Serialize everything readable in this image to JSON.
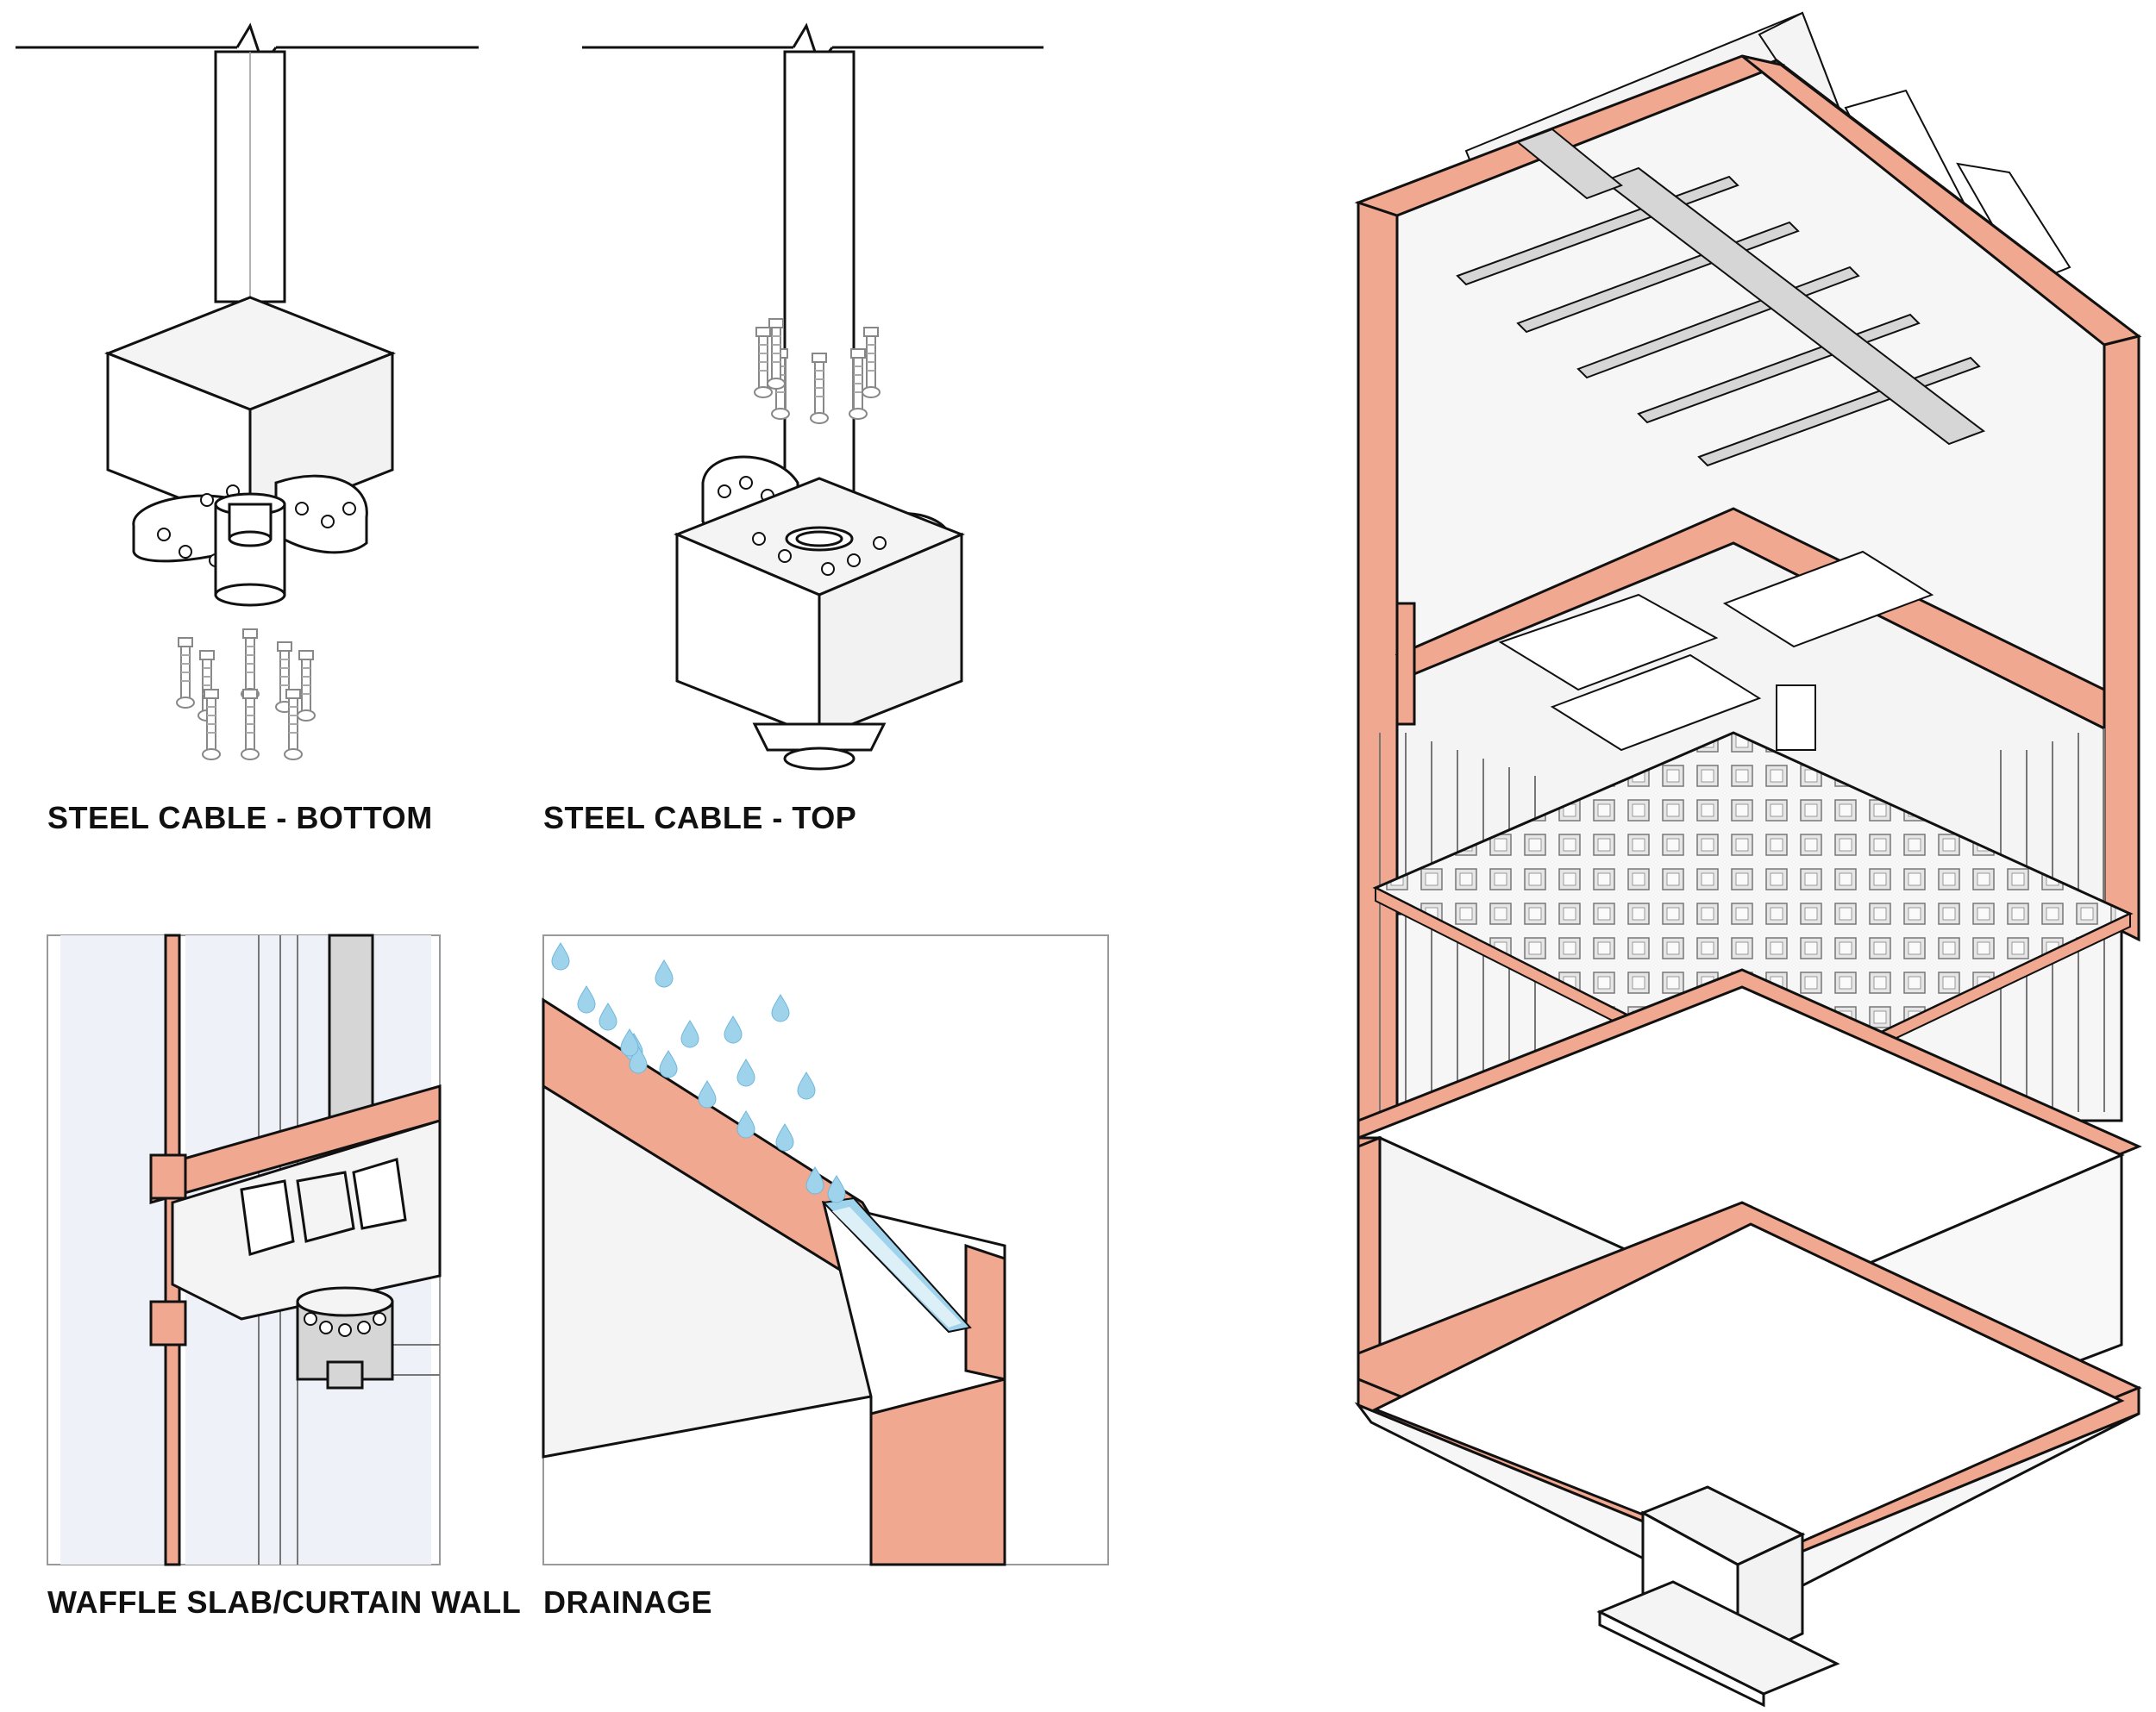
{
  "captions": {
    "cable_bottom": "STEEL CABLE - BOTTOM",
    "cable_top": "STEEL CABLE - TOP",
    "waffle_slab": "WAFFLE SLAB/CURTAIN WALL",
    "drainage": "DRAINAGE"
  },
  "colors": {
    "accent": "#F0A890",
    "line": "#111111",
    "fill_light": "#F4F4F4",
    "fill_white": "#FFFFFF",
    "glass": "#EEF2F8",
    "water": "#9FD3EC",
    "steel": "#D6D6D6"
  }
}
